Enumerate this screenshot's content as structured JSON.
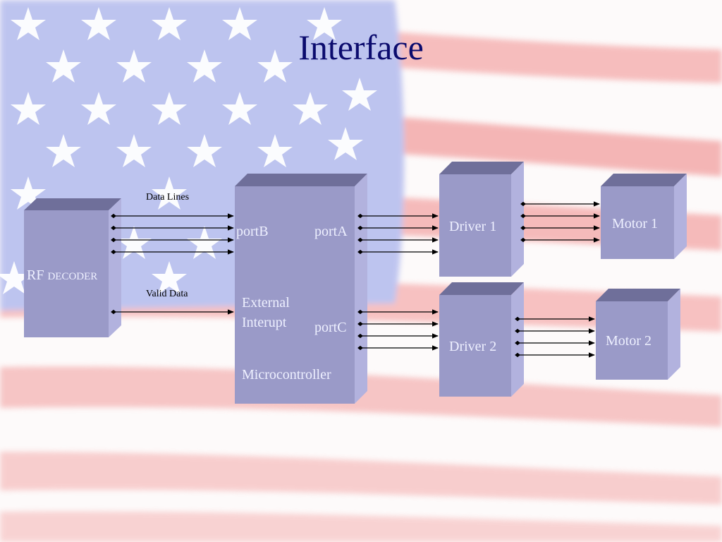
{
  "title": "Interface",
  "labels": {
    "data_lines": "Data Lines",
    "valid_data": "Valid Data"
  },
  "blocks": {
    "rf_decoder": {
      "label_main": "RF ",
      "label_small": "DECODER"
    },
    "microcontroller": {
      "port_b": "portB",
      "port_a": "portA",
      "port_c": "portC",
      "external": "External",
      "interupt": "Interupt",
      "name": "Microcontroller"
    },
    "driver1": {
      "label": "Driver 1"
    },
    "driver2": {
      "label": "Driver 2"
    },
    "motor1": {
      "label": "Motor 1"
    },
    "motor2": {
      "label": "Motor 2"
    }
  },
  "colors": {
    "block_front": "#9a9ac8",
    "block_top": "#6f6f9a",
    "block_side": "#b2b2de",
    "title": "#0b0b6e",
    "flag_stripe": "#f3a6a6",
    "flag_canton": "#a9b4ea"
  }
}
